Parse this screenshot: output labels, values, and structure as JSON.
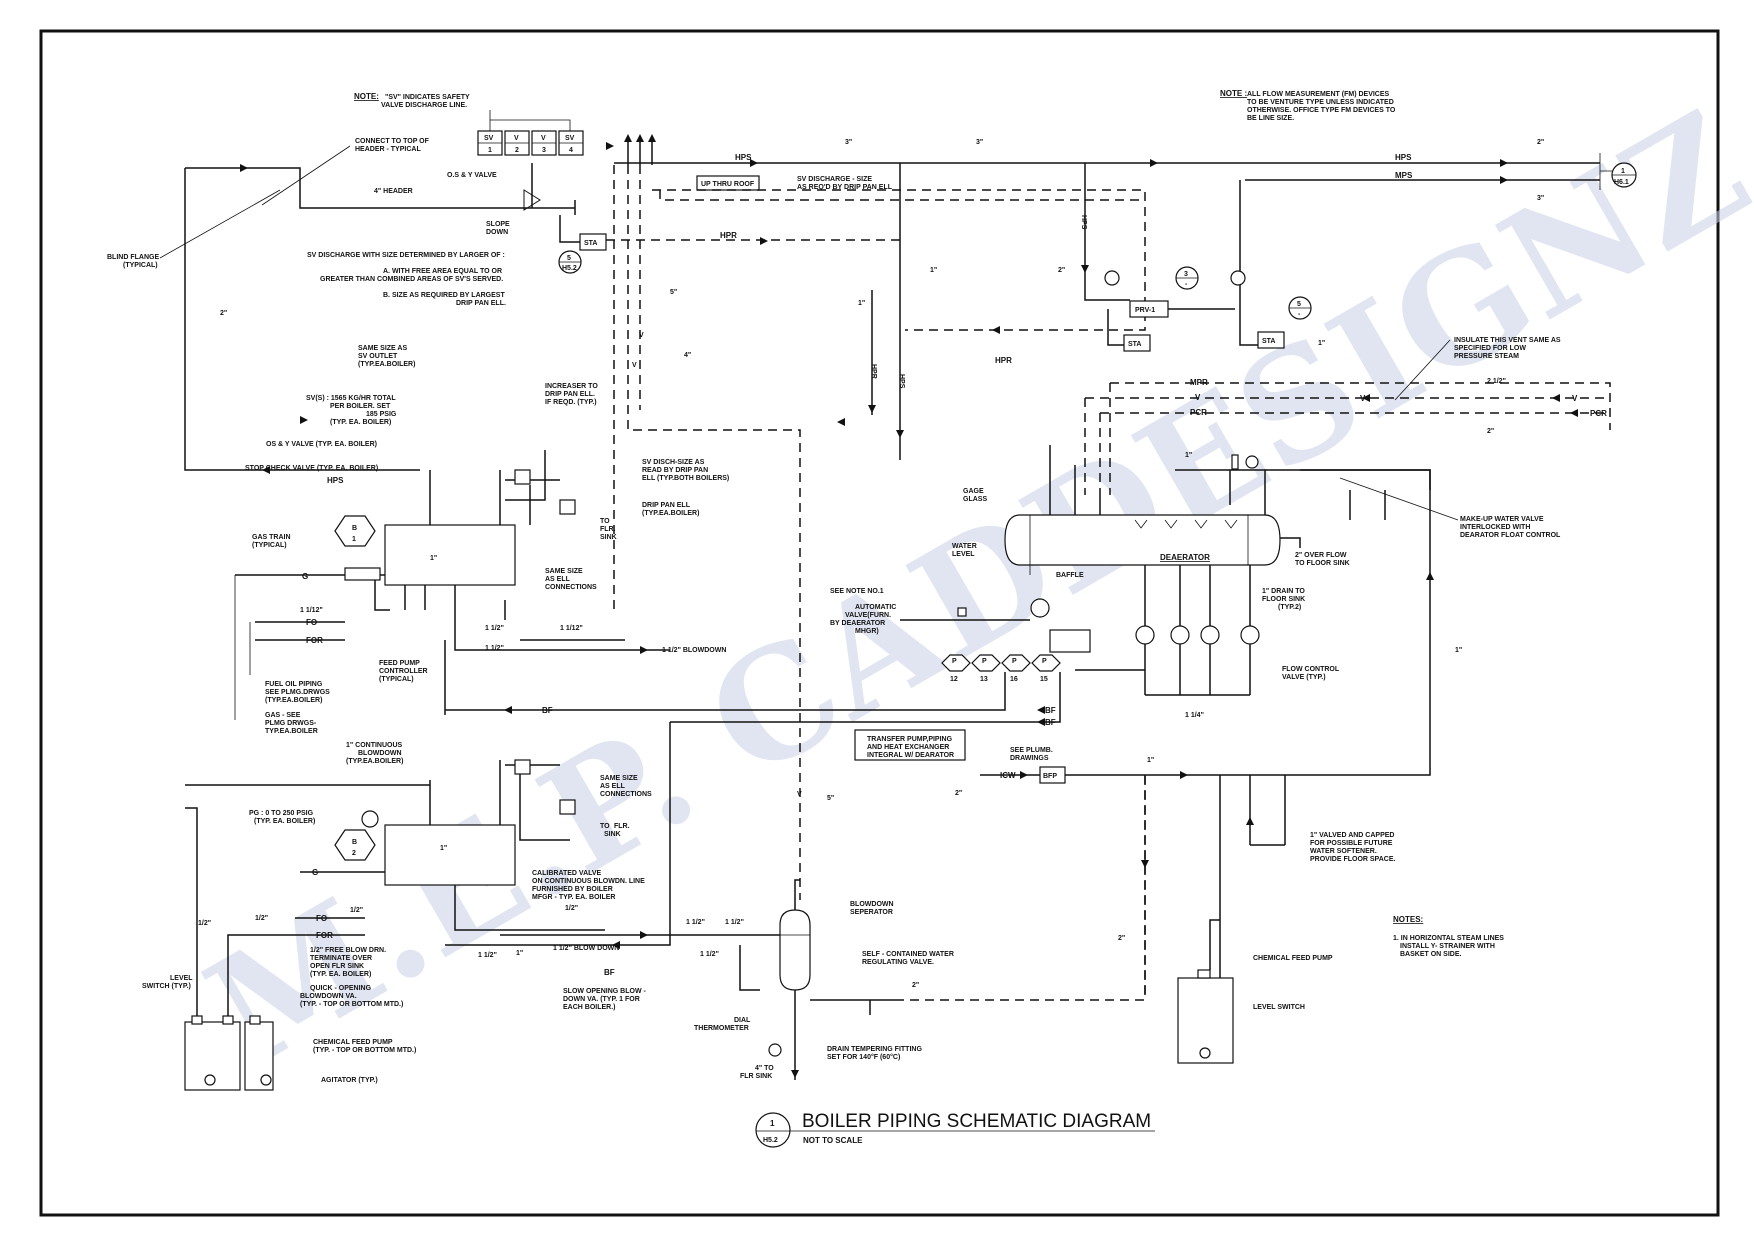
{
  "drawing": {
    "title": "BOILER PIPING SCHEMATIC DIAGRAM",
    "subtitle": "NOT TO SCALE",
    "detail_number": "1",
    "sheet_ref": "H5.2",
    "watermark": "M.E.P. CADDESIGNZ"
  },
  "notes": {
    "sv_note_label": "NOTE:",
    "sv_note_line1": "\"SV\" INDICATES SAFETY",
    "sv_note_line2": "VALVE DISCHARGE LINE.",
    "fm_note_label": "NOTE :",
    "fm_note_line1": "ALL FLOW MEASUREMENT (FM) DEVICES",
    "fm_note_line2": "TO BE VENTURE TYPE UNLESS INDICATED",
    "fm_note_line3": "OTHERWISE. OFFICE TYPE FM DEVICES TO",
    "fm_note_line4": "BE LINE SIZE.",
    "general_label": "NOTES:",
    "general_line1": "1. IN HORIZONTAL STEAM LINES",
    "general_line2": "INSTALL Y- STRAINER WITH",
    "general_line3": "BASKET ON SIDE."
  },
  "sv_boxes": [
    {
      "tag": "SV",
      "num": "1"
    },
    {
      "tag": "V",
      "num": "2"
    },
    {
      "tag": "V",
      "num": "3"
    },
    {
      "tag": "SV",
      "num": "4"
    }
  ],
  "labels": {
    "connect_top": "CONNECT TO TOP OF",
    "header_typical": "HEADER - TYPICAL",
    "os_y_valve": "O.S & Y VALVE",
    "header_4in": "4\" HEADER",
    "slope": "SLOPE",
    "down": "DOWN",
    "blind_flange": "BLIND FLANGE",
    "typical": "(TYPICAL)",
    "up_thru_roof": "UP THRU ROOF",
    "sv_discharge_size": "SV DISCHARGE - SIZE",
    "as_reqd_drip": "AS REQ'D BY DRIP PAN ELL",
    "sv_with_size": "SV DISCHARGE WITH SIZE DETERMINED BY LARGER OF :",
    "a_free_area": "A. WITH FREE AREA EQUAL TO OR",
    "a_greater": "GREATER THAN COMBINED AREAS OF SV'S SERVED.",
    "b_size": "B. SIZE AS REQUIRED BY LARGEST",
    "b_drip": "DRIP PAN ELL.",
    "same_size_sv": "SAME SIZE AS",
    "sv_outlet": "SV OUTLET",
    "typ_ea_boiler": "(TYP.EA.BOILER)",
    "svs_1565": "SV(S) : 1565 KG/HR TOTAL",
    "per_boiler_set": "PER BOILER. SET",
    "psig_185": "185 PSIG",
    "typ_ea_boiler2": "(TYP. EA. BOILER)",
    "os_valve_typ": "OS & Y VALVE (TYP. EA. BOILER)",
    "stop_check": "STOP CHECK VALVE (TYP. EA. BOILER)",
    "increaser": "INCREASER TO",
    "drip_pan_ell": "DRIP PAN ELL.",
    "if_reqd": "IF REQD. (TYP.)",
    "sv_disch_size": "SV DISCH-SIZE AS",
    "read_by_drip": "READ BY DRIP PAN",
    "ell_both": "ELL (TYP.BOTH BOILERS)",
    "drip_pan_ell2": "DRIP PAN ELL",
    "typ_ea_boiler3": "(TYP.EA.BOILER)",
    "to_flr": "TO",
    "flr": "FLR.",
    "sink": "SINK",
    "same_size_ell": "SAME SIZE",
    "as_ell": "AS ELL",
    "connections": "CONNECTIONS",
    "gas_train": "GAS TRAIN",
    "gas_train_typ": "(TYPICAL)",
    "feed_pump_ctrl": "FEED PUMP",
    "controller": "CONTROLLER",
    "controller_typ": "(TYPICAL)",
    "fuel_oil": "FUEL OIL PIPING",
    "see_plmg": "SEE PLMG.DRWGS",
    "typ_ea_boiler4": "(TYP.EA.BOILER)",
    "gas_see": "GAS - SEE",
    "plmg_drwgs": "PLMG DRWGS-",
    "typ_ea_boiler5": "TYP.EA.BOILER",
    "cont_blowdown": "1\" CONTINUOUS",
    "blowdown": "BLOWDOWN",
    "blowdown_typ": "(TYP.EA.BOILER)",
    "pg_range": "PG : 0 TO 250 PSIG",
    "pg_typ": "(TYP. EA. BOILER)",
    "calibrated": "CALIBRATED VALVE",
    "on_cont": "ON CONTINUOUS BLOWDN. LINE",
    "furnished": "FURNISHED BY BOILER",
    "mfgr": "MFGR - TYP. EA. BOILER",
    "free_blow": "1/2\" FREE BLOW DRN.",
    "terminate": "TERMINATE OVER",
    "open_flr": "OPEN FLR SINK",
    "typ_ea_boiler6": "(TYP. EA. BOILER)",
    "quick_open": "QUICK - OPENING",
    "blowdown_va": "BLOWDOWN VA.",
    "top_bottom": "(TYP. - TOP OR BOTTOM MTD.)",
    "chem_feed_pump": "CHEMICAL FEED PUMP",
    "top_bottom2": "(TYP. - TOP OR BOTTOM MTD.)",
    "agitator": "AGITATOR (TYP.)",
    "level_switch": "LEVEL",
    "switch_typ": "SWITCH (TYP.)",
    "slow_open": "SLOW OPENING BLOW -",
    "down_va": "DOWN VA. (TYP. 1 FOR",
    "each_boiler": "EACH BOILER.)",
    "blowdown_sep": "BLOWDOWN",
    "seperator": "SEPERATOR",
    "self_contained": "SELF - CONTAINED WATER",
    "regulating": "REGULATING VALVE.",
    "dial": "DIAL",
    "thermometer": "THERMOMETER",
    "four_to": "4\" TO",
    "flr_sink": "FLR SINK",
    "drain_temper": "DRAIN TEMPERING FITTING",
    "set_for": "SET FOR 140°F (60°C)",
    "gage": "GAGE",
    "glass": "GLASS",
    "water": "WATER",
    "level": "LEVEL",
    "baffle": "BAFFLE",
    "deaerator": "DEAERATOR",
    "see_note": "SEE NOTE NO.1",
    "automatic": "AUTOMATIC",
    "valve_furn": "VALVE(FURN.",
    "by_deaerator": "BY DEAERATOR",
    "mhgr": "MHGR)",
    "transfer": "TRANSFER PUMP,PIPING",
    "heat_exchanger": "AND HEAT EXCHANGER",
    "integral": "INTEGRAL W/ DEARATOR",
    "overflow": "2\" OVER FLOW",
    "to_floor_sink": "TO FLOOR SINK",
    "drain_to": "1\" DRAIN TO",
    "floor_sink": "FLOOR SINK",
    "typ2": "(TYP.2)",
    "flow_control": "FLOW CONTROL",
    "valve_typ": "VALVE (TYP.)",
    "makeup": "MAKE-UP WATER VALVE",
    "interlocked": "INTERLOCKED WITH",
    "float_ctrl": "DEARATOR FLOAT CONTROL",
    "insulate": "INSULATE THIS VENT SAME AS",
    "specified": "SPECIFIED FOR LOW",
    "low_steam": "PRESSURE STEAM",
    "see_plumb": "SEE PLUMB.",
    "drawings": "DRAWINGS",
    "valved_capped": "1\" VALVED AND CAPPED",
    "for_future": "FOR POSSIBLE FUTURE",
    "water_softener": "WATER SOFTENER.",
    "floor_space": "PROVIDE FLOOR SPACE.",
    "chem_feed_right": "CHEMICAL FEED PUMP",
    "level_switch_right": "LEVEL SWITCH",
    "blowdown_15": "1 1/2\" BLOWDOWN",
    "blow_down_15": "1 1/2\" BLOW DOWN"
  },
  "line_tags": {
    "hps": "HPS",
    "mps": "MPS",
    "hpr": "HPR",
    "mpr": "MPR",
    "pcr": "PCR",
    "v": "V",
    "bf": "BF",
    "g": "G",
    "fo": "FO",
    "for": "FOR",
    "icw": "ICW",
    "prv": "PRV-1",
    "sta": "STA",
    "bfp": "BFP",
    "p": "P",
    "b": "B"
  },
  "sizes": {
    "s3": "3\"",
    "s2": "2\"",
    "s1": "1\"",
    "s5": "5\"",
    "s4": "4\"",
    "s2_5": "2 1/2\"",
    "s1_5": "1 1/2\"",
    "s1_25": "1 1/4\"",
    "s1_2": "1/2\"",
    "s1_12": "1 1/12\""
  },
  "callouts": {
    "h6": "H6.1",
    "h52": "H5.2",
    "n1": "1",
    "n2": "2",
    "n3": "3",
    "n5": "5",
    "dash": "-"
  },
  "pumps": [
    "12",
    "13",
    "16",
    "15"
  ]
}
